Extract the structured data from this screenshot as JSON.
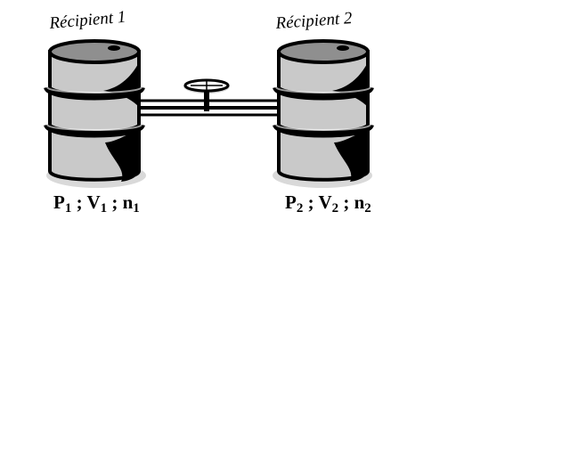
{
  "vessels": [
    {
      "title": "Récipient 1",
      "label": [
        {
          "t": "P",
          "s": false
        },
        {
          "t": "1",
          "s": true
        },
        {
          "t": " ; V",
          "s": false
        },
        {
          "t": "1",
          "s": true
        },
        {
          "t": " ; n",
          "s": false
        },
        {
          "t": "1",
          "s": true
        }
      ]
    },
    {
      "title": "Récipient 2",
      "label": [
        {
          "t": "P",
          "s": false
        },
        {
          "t": "2",
          "s": true
        },
        {
          "t": " ; V",
          "s": false
        },
        {
          "t": "2",
          "s": true
        },
        {
          "t": " ; n",
          "s": false
        },
        {
          "t": "2",
          "s": true
        }
      ]
    }
  ],
  "colors": {
    "barrel_body": "#c9c9c9",
    "barrel_top": "#8f8f8f",
    "shadow": "#d9d9d9",
    "ink": "#000000",
    "pipe_fill": "#ffffff"
  }
}
